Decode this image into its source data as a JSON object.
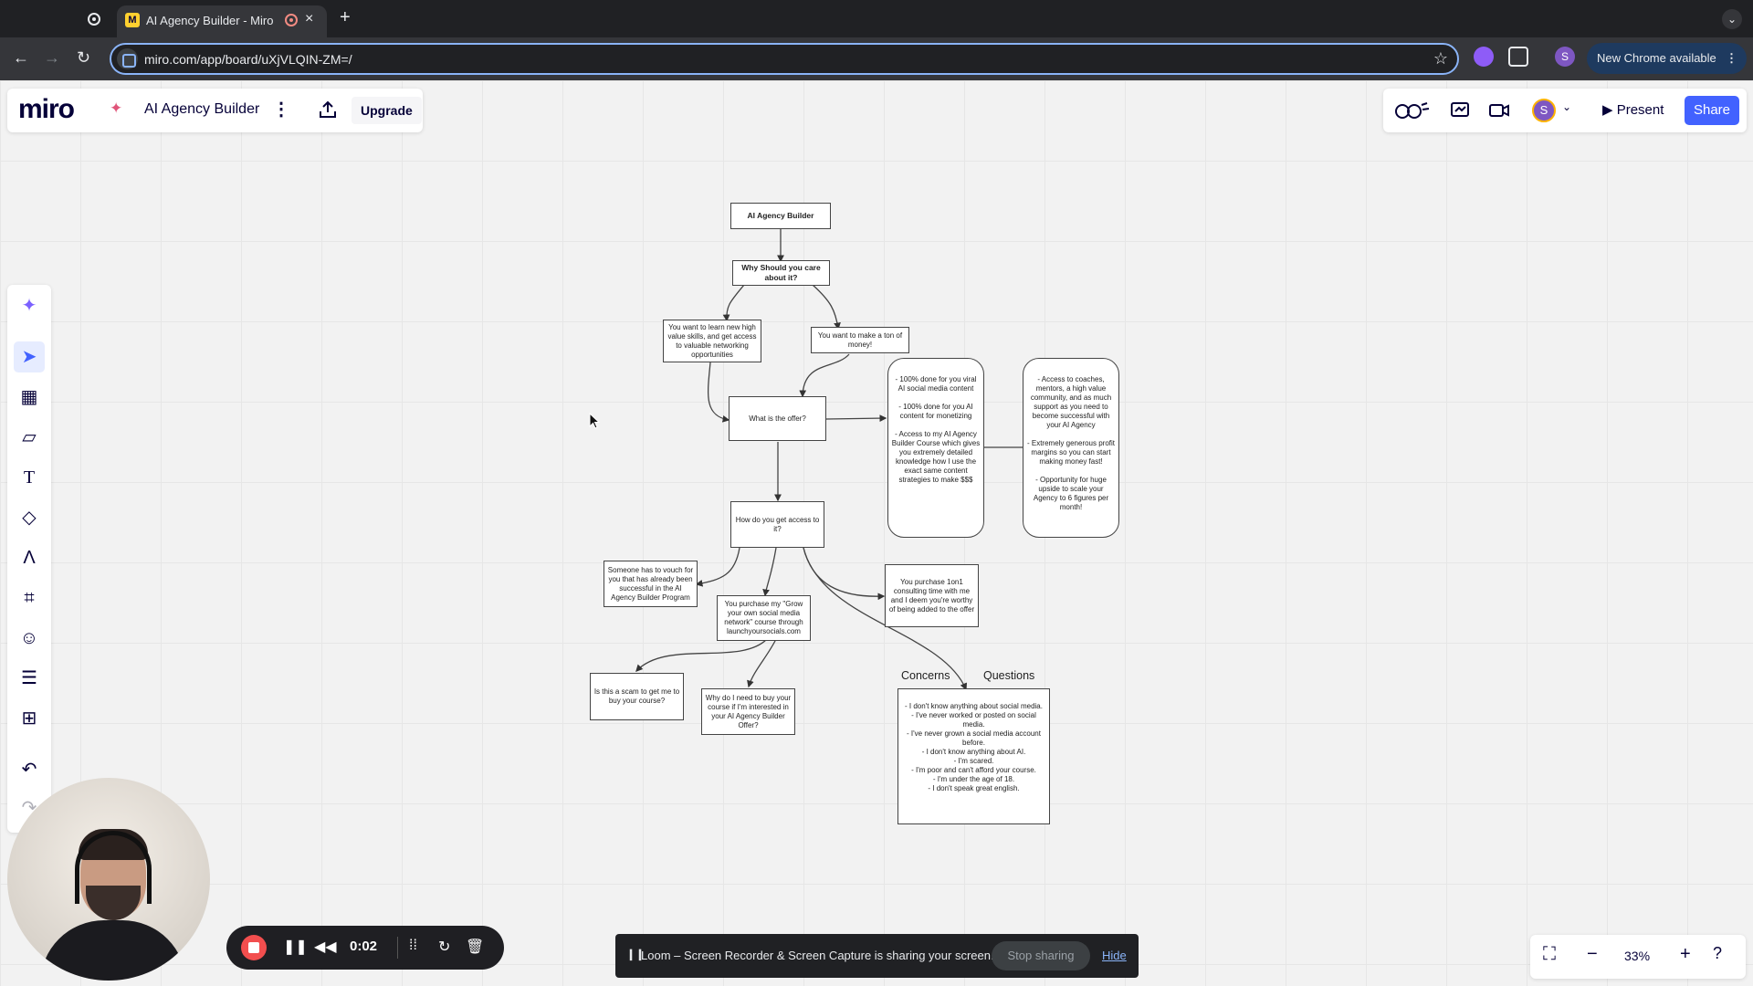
{
  "browser": {
    "tab_title": "AI Agency Builder - Miro",
    "favicon_letter": "M",
    "new_tab_symbol": "+",
    "url": "miro.com/app/board/uXjVLQIN-ZM=/",
    "profile_letter": "S",
    "update_label": "New Chrome available",
    "menu_dots": "⋮"
  },
  "board": {
    "logo": "miro",
    "title": "AI Agency Builder",
    "upgrade_label": "Upgrade",
    "present_label": "Present",
    "share_label": "Share",
    "avatar_letter": "S"
  },
  "toolbar": {
    "tools": [
      "sparkle-icon",
      "select-icon",
      "templates-icon",
      "sticky-note-icon",
      "text-icon",
      "shapes-icon",
      "pen-icon",
      "frame-icon",
      "stickers-icon",
      "comment-icon",
      "add-icon",
      "undo-icon",
      "redo-icon"
    ]
  },
  "diagram": {
    "root": "AI Agency Builder",
    "why": "Why Should you care about it?",
    "learn": "You want to learn new high value skills, and get access to valuable networking opportunities",
    "money": "You want to make a ton of money!",
    "offer": "What is the offer?",
    "offer_details": "- 100% done for you viral AI social media content\n\n- 100% done for you AI content for monetizing\n\n- Access to my AI Agency Builder Course which gives you extremely detailed knowledge how I use the exact same content strategies to make $$$",
    "benefits": "- Access to coaches, mentors, a high value community, and as much support as you need to become successful with your AI Agency\n\n- Extremely generous profit margins so you can start making money fast!\n\n- Opportunity for huge upside to scale your Agency to 6 figures per month!",
    "access": "How do you get access to it?",
    "vouch": "Someone has to vouch for you that has already been successful in the AI Agency Builder Program",
    "grow_course": "You purchase my \"Grow your own social media network\" course through launchyoursocials.com",
    "consulting": "You purchase 1on1 consulting time with me and I deem you're worthy of being added to the offer",
    "scam": "Is this a scam to get me to buy your course?",
    "why_buy": "Why do I need to buy your course if I'm interested in your AI Agency Builder Offer?",
    "concerns_label": "Concerns",
    "questions_label": "Questions",
    "concerns_list": "- I don't know anything about social media.\n- I've never worked or posted on social media.\n- I've never grown a social media account before.\n- I don't know anything about AI.\n- I'm scared.\n- I'm poor and can't afford your course.\n- I'm under the age of 18.\n- I don't speak great english."
  },
  "loom": {
    "time": "0:02",
    "banner_text": "Loom – Screen Recorder & Screen Capture is sharing your screen.",
    "stop_sharing": "Stop sharing",
    "hide": "Hide"
  },
  "zoom": {
    "level": "33%"
  }
}
